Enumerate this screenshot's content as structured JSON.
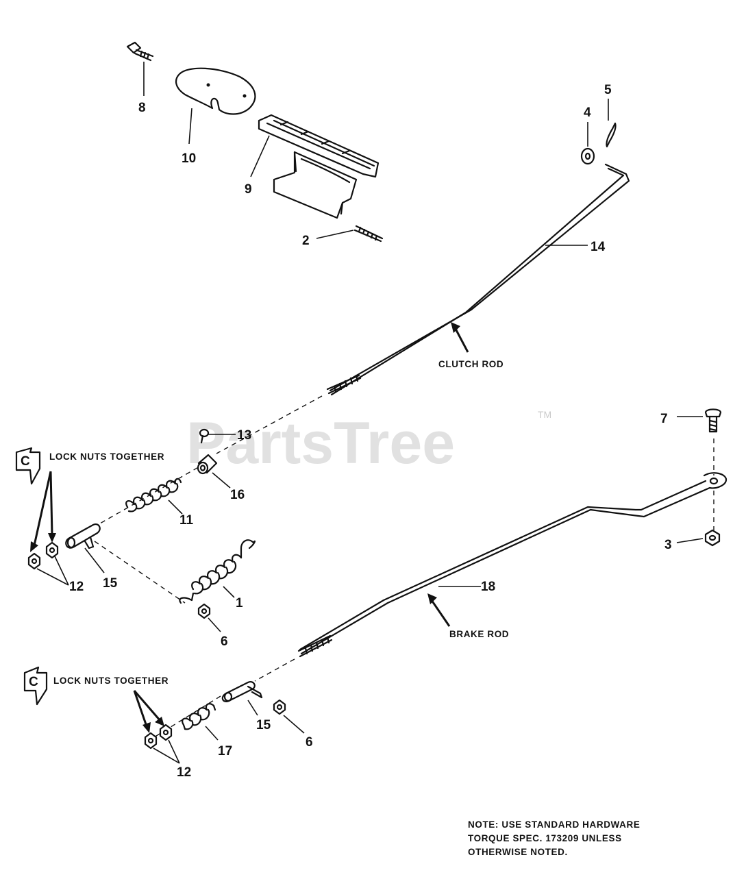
{
  "watermark": {
    "text": "PartsTree",
    "trademark": "TM"
  },
  "labels": {
    "clutch_rod": "CLUTCH ROD",
    "brake_rod": "BRAKE ROD",
    "lock_nuts_1": "LOCK NUTS TOGETHER",
    "lock_nuts_2": "LOCK NUTS TOGETHER",
    "callout_c_1": "C",
    "callout_c_2": "C"
  },
  "callouts": {
    "p1": "1",
    "p2": "2",
    "p3": "3",
    "p4": "4",
    "p5": "5",
    "p6a": "6",
    "p6b": "6",
    "p7": "7",
    "p8": "8",
    "p9": "9",
    "p10": "10",
    "p11": "11",
    "p12a": "12",
    "p12b": "12",
    "p13": "13",
    "p14": "14",
    "p15a": "15",
    "p15b": "15",
    "p16": "16",
    "p17": "17",
    "p18": "18"
  },
  "note": {
    "line1": "NOTE:  USE STANDARD HARDWARE",
    "line2": "TORQUE SPEC. 173209 UNLESS",
    "line3": "OTHERWISE NOTED."
  }
}
